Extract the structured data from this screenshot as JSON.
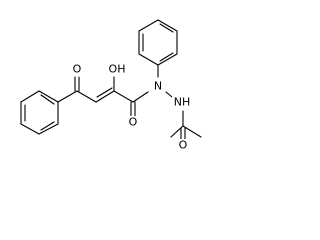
{
  "molecule": {
    "labels": {
      "ketone_oxygen": "O",
      "enol_oxygen": "OH",
      "amide_oxygen": "O",
      "phenyl_nitrogen": "N",
      "hydrazine_nitrogen": "NH",
      "acetyl_oxygen": "O"
    }
  }
}
